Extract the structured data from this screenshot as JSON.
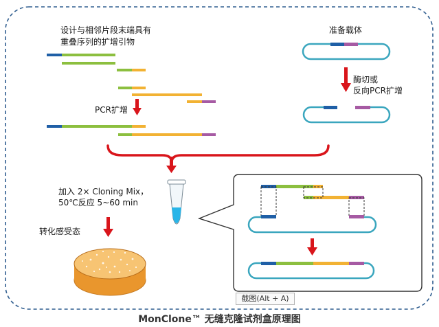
{
  "title": "MonClone™ 无缝克隆试剂盒原理图",
  "labels": {
    "primer_design_line1": "设计与相邻片段末端具有",
    "primer_design_line2": "重叠序列的扩增引物",
    "pcr_amplify": "PCR扩增",
    "prepare_vector": "准备载体",
    "digest_line1": "酶切或",
    "digest_line2": "反向PCR扩增",
    "reaction_line1": "加入 2× Cloning Mix，",
    "reaction_line2": "50℃反应 5~60 min",
    "transform": "转化感受态"
  },
  "tooltip": "截图(Alt + A)",
  "colors": {
    "blue": "#1f5fa6",
    "green": "#8cbf3f",
    "orange": "#f2b233",
    "purple": "#a65aa3",
    "teal": "#3aa6be",
    "red": "#d9151b",
    "border": "#2f5d8f"
  },
  "icons": [
    "down-arrow-icon",
    "pcr-tube-icon",
    "petri-dish-icon",
    "curly-brace-icon"
  ]
}
